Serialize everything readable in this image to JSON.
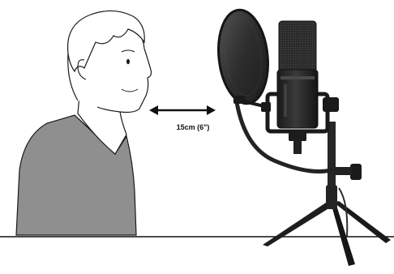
{
  "illustration": {
    "distance_label": "15cm (6\")",
    "colors": {
      "shirt": "#8f8f8f",
      "outline": "#1a1a1a",
      "mic_body": "#2a2a2a",
      "mic_dark": "#121212",
      "pop_filter": "#3a3a3a",
      "floor_line": "#111111",
      "background": "#ffffff"
    },
    "icons": {
      "person": "person-profile-illustration",
      "arrow": "double-headed-arrow",
      "microphone": "condenser-microphone-icon"
    }
  }
}
